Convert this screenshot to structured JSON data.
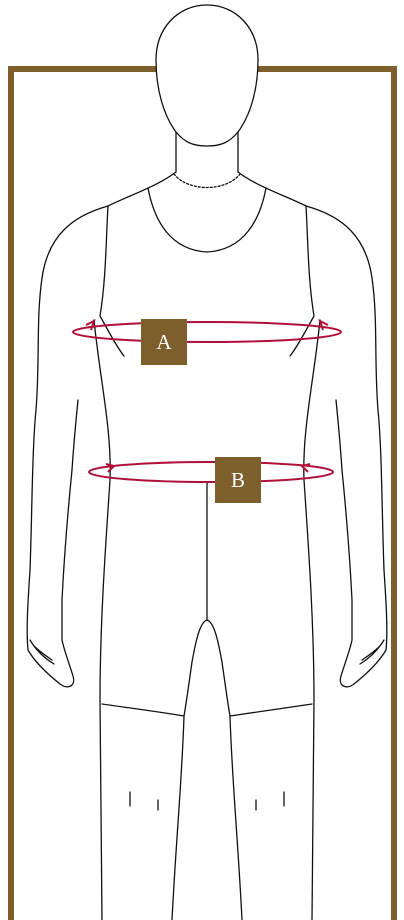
{
  "colors": {
    "frame": "#7d5f2b",
    "label_bg": "#7d5f2b",
    "label_text": "#ffffff",
    "measure_line": "#b0103a",
    "figure_stroke": "#111111",
    "background": "#ffffff"
  },
  "measurements": [
    {
      "label": "A",
      "part": "chest"
    },
    {
      "label": "B",
      "part": "waist"
    }
  ]
}
